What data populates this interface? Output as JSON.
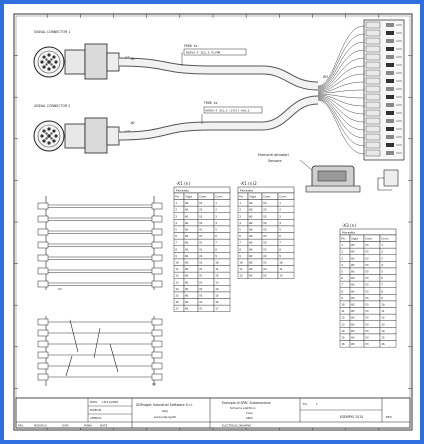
{
  "frame": {
    "border_color": "#2f6fe0"
  },
  "connectors": {
    "top_label": "SIGNAL CONNECTOR 1",
    "bottom_label": "SIGNAL CONNECTOR 2",
    "tag_1": "X1",
    "tag_2": "X2"
  },
  "cables": {
    "cable_1_id": "W1",
    "cable_1_name": "FROR 4x",
    "cable_1_code": "H05VV-F 3G1,5 FLYMR",
    "cable_2_id": "W2",
    "cable_2_name": "FROR 4x",
    "cable_2_code": "H05VV-F 3G1,5 (LYCY) 4x0,5",
    "harness_label": "W3"
  },
  "device": {
    "label_1": "Elementi attuatori",
    "label_2": "Sensore"
  },
  "tables": [
    {
      "title": "-X1 (n)",
      "head": "Morsetto",
      "columns": [
        "Pin",
        "Sigla",
        "Cavo",
        "Conn."
      ],
      "rows": [
        [
          "1",
          "W1",
          "X1",
          "1"
        ],
        [
          "2",
          "W1",
          "X1",
          "2"
        ],
        [
          "3",
          "W1",
          "X1",
          "3"
        ],
        [
          "4",
          "W1",
          "X1",
          "4"
        ],
        [
          "5",
          "W1",
          "X1",
          "5"
        ],
        [
          "6",
          "W1",
          "X1",
          "6"
        ],
        [
          "7",
          "W1",
          "X1",
          "7"
        ],
        [
          "8",
          "W1",
          "X1",
          "8"
        ],
        [
          "9",
          "W1",
          "X1",
          "9"
        ],
        [
          "10",
          "W1",
          "X1",
          "10"
        ],
        [
          "11",
          "W1",
          "X1",
          "11"
        ],
        [
          "12",
          "W1",
          "X1",
          "12"
        ],
        [
          "13",
          "W1",
          "X1",
          "13"
        ],
        [
          "14",
          "W1",
          "X1",
          "14"
        ],
        [
          "15",
          "W1",
          "X1",
          "15"
        ],
        [
          "16",
          "W1",
          "X1",
          "16"
        ],
        [
          "17",
          "W1",
          "X1",
          "17"
        ]
      ]
    },
    {
      "title": "-X1 (n)2",
      "head": "Morsetto",
      "columns": [
        "Pin",
        "Sigla",
        "Cavo",
        "Conn."
      ],
      "rows": [
        [
          "1",
          "W2",
          "X2",
          "1"
        ],
        [
          "2",
          "W2",
          "X2",
          "2"
        ],
        [
          "3",
          "W2",
          "X2",
          "3"
        ],
        [
          "4",
          "W2",
          "X2",
          "4"
        ],
        [
          "5",
          "W2",
          "X2",
          "5"
        ],
        [
          "6",
          "W2",
          "X2",
          "6"
        ],
        [
          "7",
          "W2",
          "X2",
          "7"
        ],
        [
          "8",
          "W2",
          "X2",
          "8"
        ],
        [
          "9",
          "W2",
          "X2",
          "9"
        ],
        [
          "10",
          "W2",
          "X2",
          "10"
        ],
        [
          "11",
          "W2",
          "X2",
          "11"
        ],
        [
          "12",
          "W2",
          "X2",
          "12"
        ]
      ]
    },
    {
      "title": "-X3 (n)",
      "head": "Morsetto",
      "columns": [
        "Pin",
        "Sigla",
        "Cavo",
        "Conn."
      ],
      "rows": [
        [
          "1",
          "W3",
          "X3",
          "1"
        ],
        [
          "2",
          "W3",
          "X3",
          "2"
        ],
        [
          "3",
          "W3",
          "X3",
          "3"
        ],
        [
          "4",
          "W3",
          "X3",
          "4"
        ],
        [
          "5",
          "W3",
          "X3",
          "5"
        ],
        [
          "6",
          "W3",
          "X3",
          "6"
        ],
        [
          "7",
          "W3",
          "X3",
          "7"
        ],
        [
          "8",
          "W3",
          "X3",
          "8"
        ],
        [
          "9",
          "W3",
          "X3",
          "9"
        ],
        [
          "10",
          "W3",
          "X3",
          "10"
        ],
        [
          "11",
          "W3",
          "X3",
          "11"
        ],
        [
          "12",
          "W3",
          "X3",
          "12"
        ],
        [
          "13",
          "W3",
          "X3",
          "13"
        ],
        [
          "14",
          "W3",
          "X3",
          "14"
        ],
        [
          "15",
          "W3",
          "X3",
          "15"
        ],
        [
          "16",
          "W3",
          "X3",
          "16"
        ]
      ]
    }
  ],
  "schematic": {
    "top_tag": "X1",
    "bottom_tag": "X2"
  },
  "title_block": {
    "data_label": "DATA",
    "data_value": "15/11/2006",
    "disegn_label": "DISEGN.",
    "approv_label": "APPROV.",
    "company": "SDProget Industrial Software S.r.l.",
    "company_sub": "Italy",
    "company_web": "www.sdprogetit",
    "doc_title": "Esempio di SPAC Automazione",
    "doc_subtitle": "Schema elettrico",
    "doc_line3": "Cavo",
    "doc_line4": "SPAC",
    "sheet_label": "FG.",
    "sheet_value": "1",
    "drawing_no": "ESEMPIO 2015",
    "rev_label": "REV.",
    "footer_1": "REV.",
    "footer_2": "MODIFICA",
    "footer_3": "DATA",
    "footer_4": "FIRMA",
    "footer_5": "NOTE",
    "footer_6": "ELECTRICAL DRAWING"
  }
}
